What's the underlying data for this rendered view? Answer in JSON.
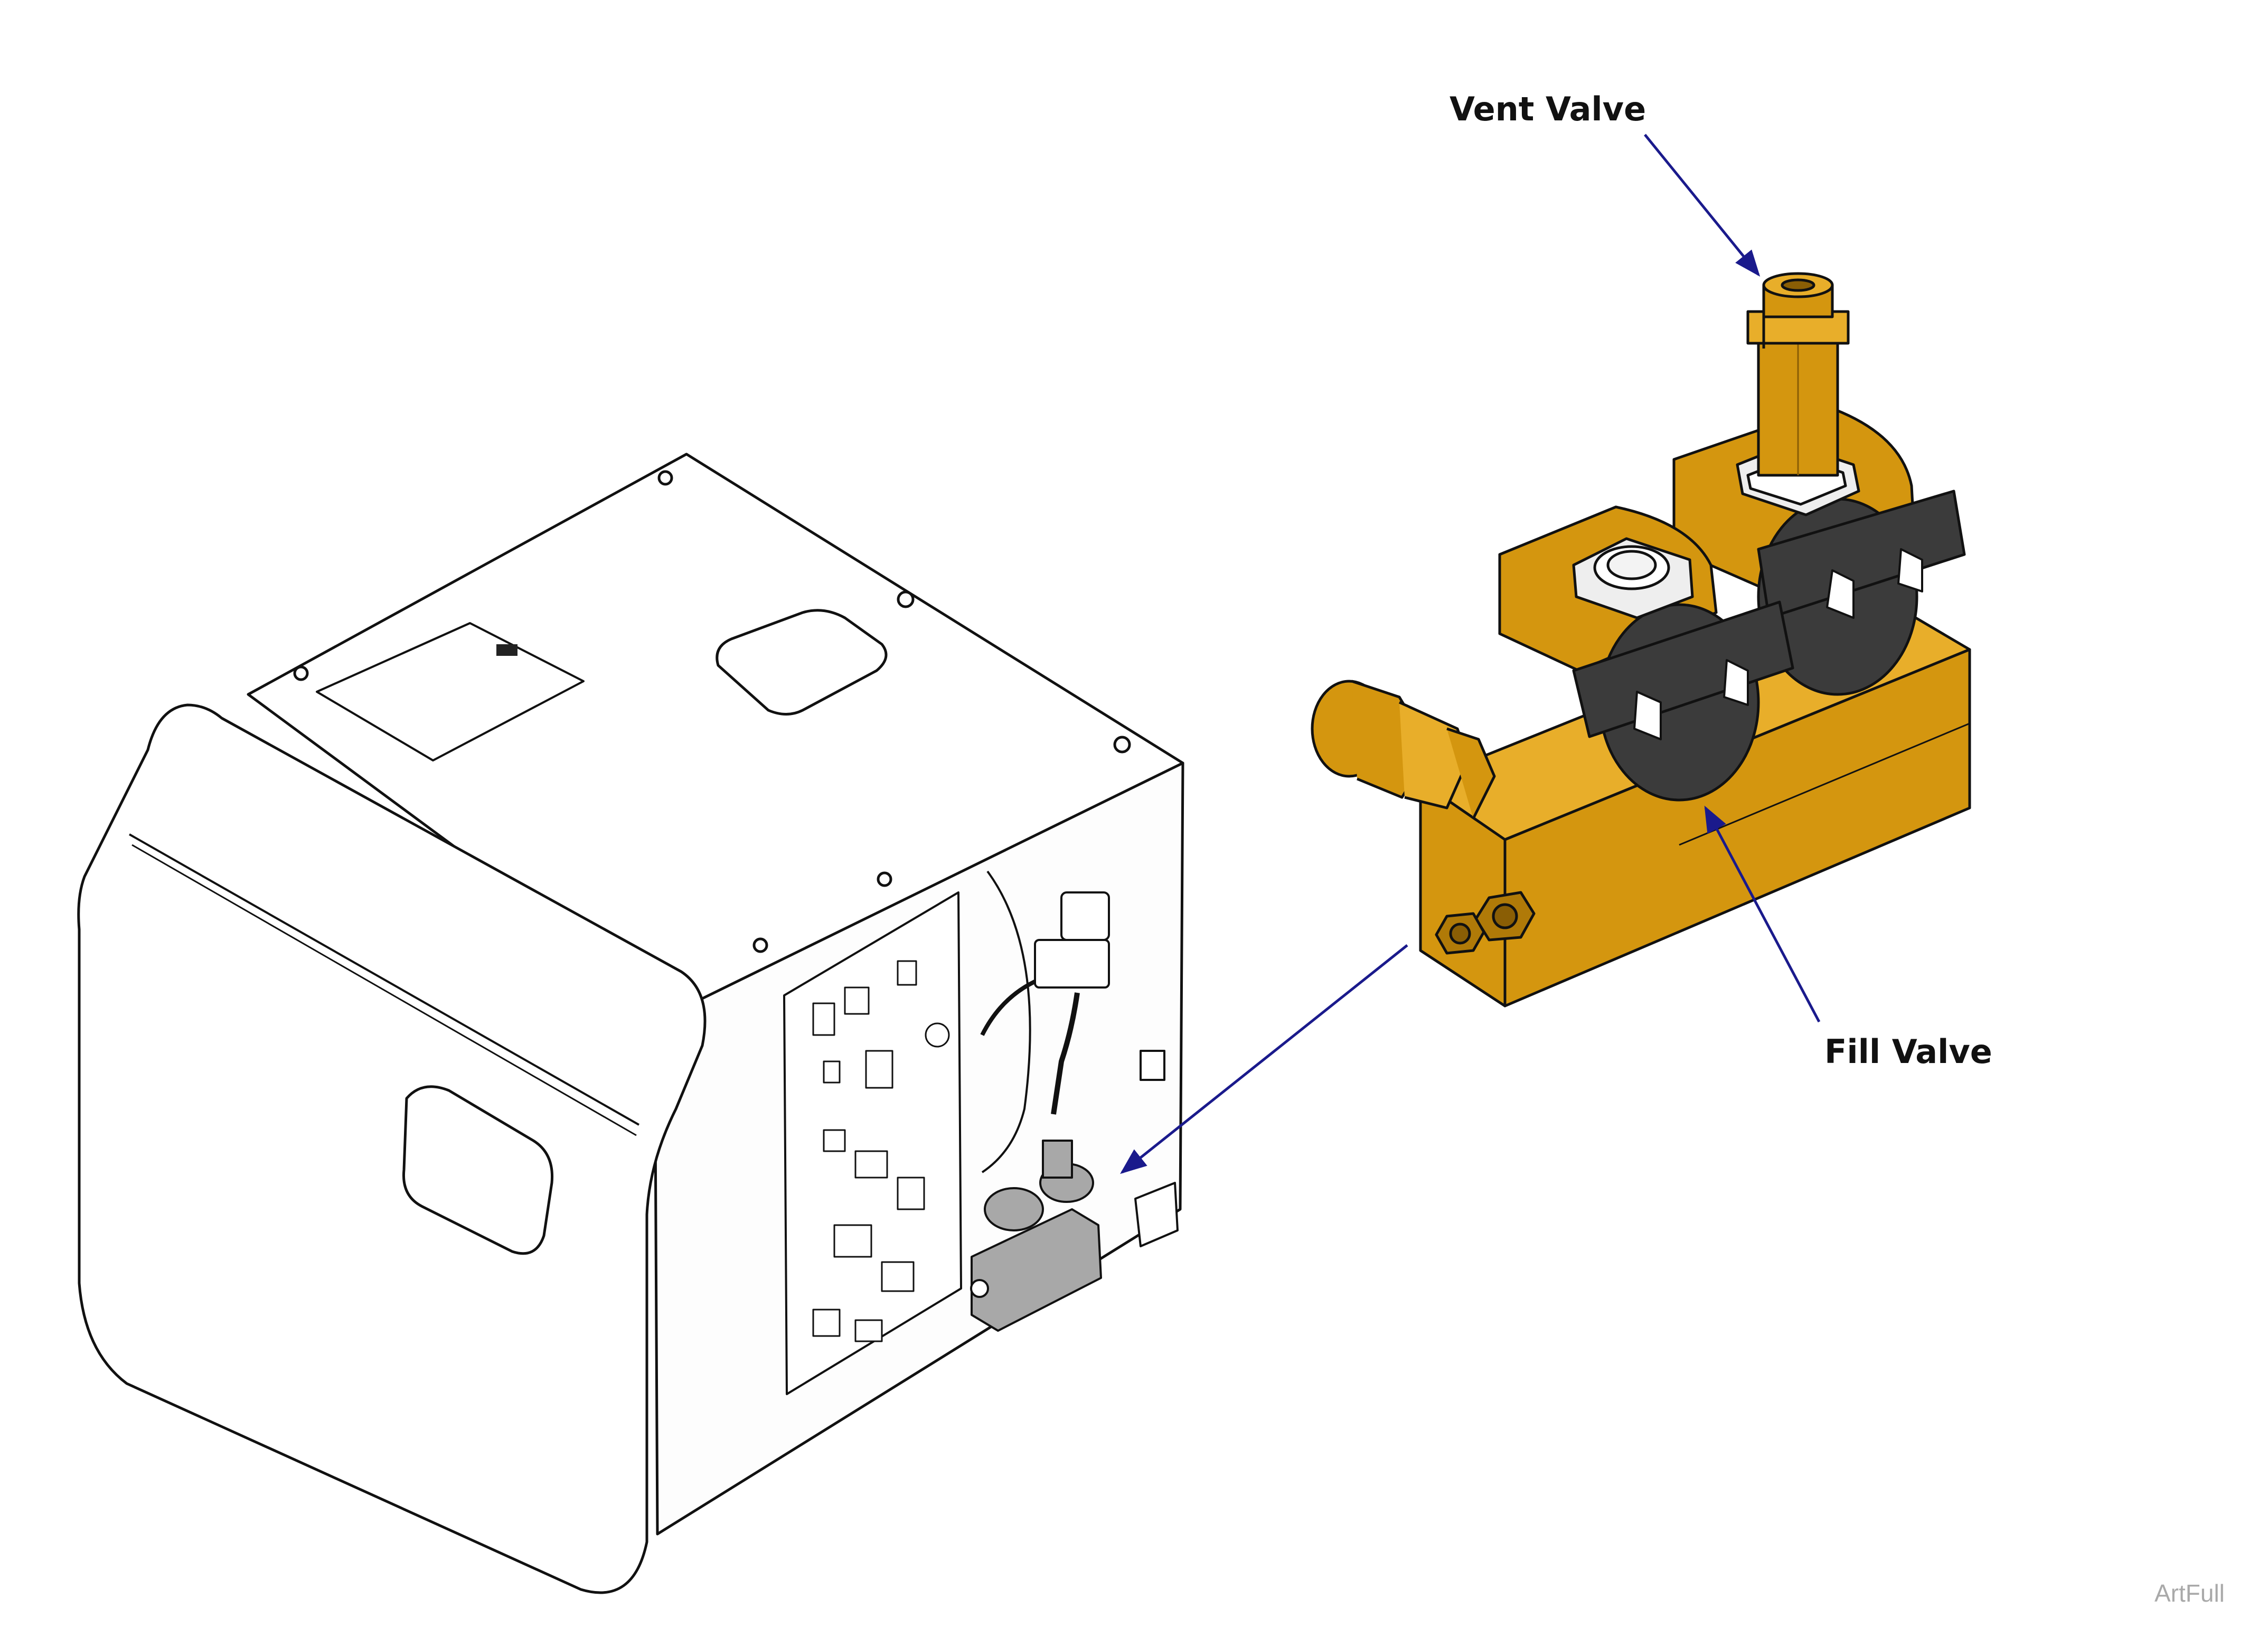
{
  "callouts": {
    "vent_valve": "Vent Valve",
    "fill_valve": "Fill Valve"
  },
  "watermark": "ArtFull",
  "colors": {
    "valve_body": "#D4960F",
    "valve_body_shadow": "#B07A08",
    "valve_body_light": "#E8AE2A",
    "solenoid_coil": "#3B3B3B",
    "leader_arrow": "#1A1A8C",
    "outline": "#111111",
    "highlight_gray": "#A8A8A8"
  }
}
